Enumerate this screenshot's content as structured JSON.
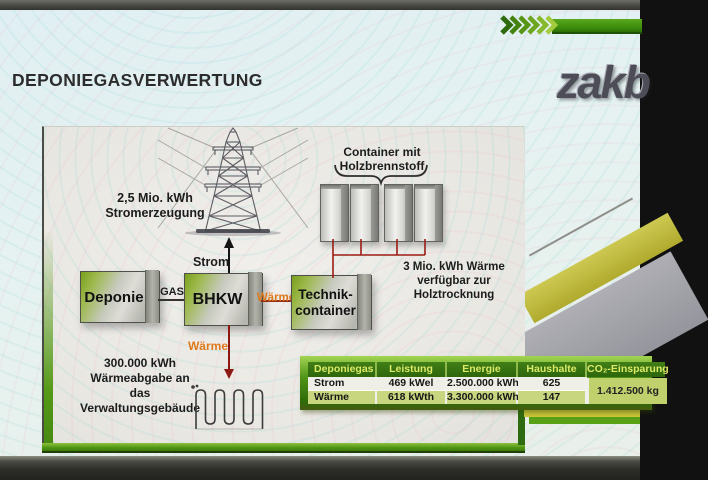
{
  "header": {
    "title": "DEPONIEGASVERWERTUNG",
    "logo": "zakb"
  },
  "colors": {
    "brand_green": "#3f8d10",
    "accent_orange": "#e0791a",
    "arrow_red": "#8e1812",
    "table_header_green": "#35730f",
    "table_header_text": "#dcea66"
  },
  "diagram": {
    "generation_note_line1": "2,5 Mio. kWh",
    "generation_note_line2": "Stromerzeugung",
    "strom_label": "Strom",
    "gas_label": "GAS",
    "waerme_label": "Wärme",
    "waerme_down_label": "Wärme",
    "deponie_box": "Deponie",
    "bhkw_box": "BHKW",
    "technik_box_line1": "Technik-",
    "technik_box_line2": "container",
    "container_note_line1": "Container mit",
    "container_note_line2": "Holzbrennstoff",
    "heat_available_line1": "3 Mio. kWh Wärme",
    "heat_available_line2": "verfügbar zur Holztrocknung",
    "heat_building_line1": "300.000 kWh Wärmeabgabe an",
    "heat_building_line2": "das Verwaltungsgebäude"
  },
  "table": {
    "headers": [
      "Deponiegas",
      "Leistung",
      "Energie",
      "Haushalte",
      "CO₂-Einsparung"
    ],
    "rows": [
      {
        "cells": [
          "Strom",
          "469 kWel",
          "2.500.000 kWh",
          "625"
        ]
      },
      {
        "cells": [
          "Wärme",
          "618 kWth",
          "3.300.000 kWh",
          "147"
        ]
      }
    ],
    "co2_value": "1.412.500 kg"
  }
}
